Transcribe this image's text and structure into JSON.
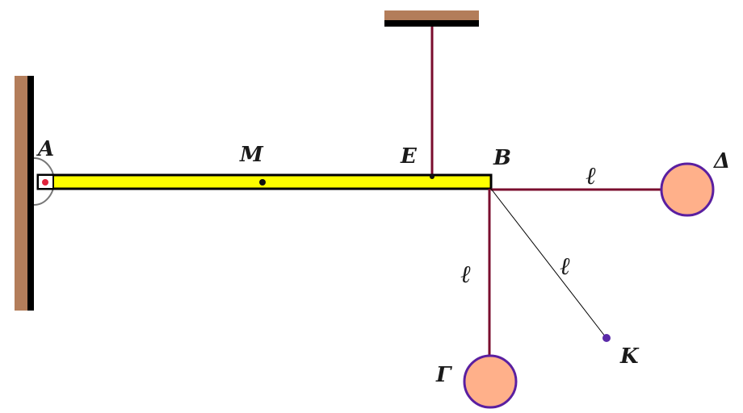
{
  "labels": {
    "A": "A",
    "M": "M",
    "E": "E",
    "B": "B",
    "Delta": "Δ",
    "Gamma": "Γ",
    "K": "K"
  },
  "length_symbol": "ℓ",
  "colors": {
    "wall_wood": "#b37d5a",
    "wall_edge": "#000000",
    "rod_fill": "#ffff00",
    "rod_border": "#000000",
    "string": "#7a0d2e",
    "ball_fill": "#ffb08a",
    "ball_border": "#5a1fa0",
    "point_K": "#5a2aa8",
    "hinge_pin": "#e0223b",
    "dashed_line": "#000000"
  }
}
